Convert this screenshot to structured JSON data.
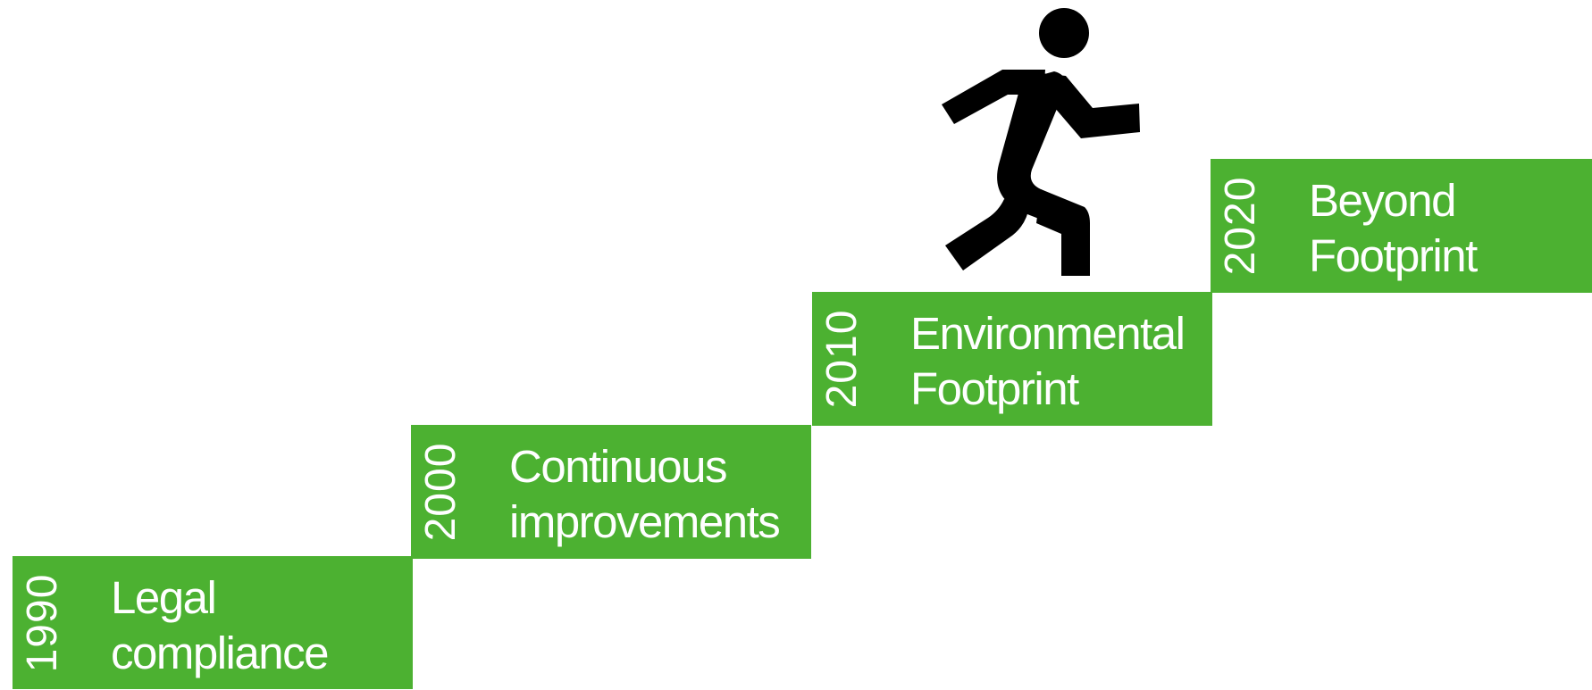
{
  "steps": [
    {
      "year": "1990",
      "line1": "Legal",
      "line2": "compliance"
    },
    {
      "year": "2000",
      "line1": "Continuous",
      "line2": "improvements"
    },
    {
      "year": "2010",
      "line1": "Environmental",
      "line2": "Footprint"
    },
    {
      "year": "2020",
      "line1": "Beyond",
      "line2": "Footprint"
    }
  ],
  "icons": {
    "runner": "running-person-icon"
  },
  "colors": {
    "step_fill": "#4cb131",
    "step_text": "#ffffff",
    "icon": "#000000"
  }
}
